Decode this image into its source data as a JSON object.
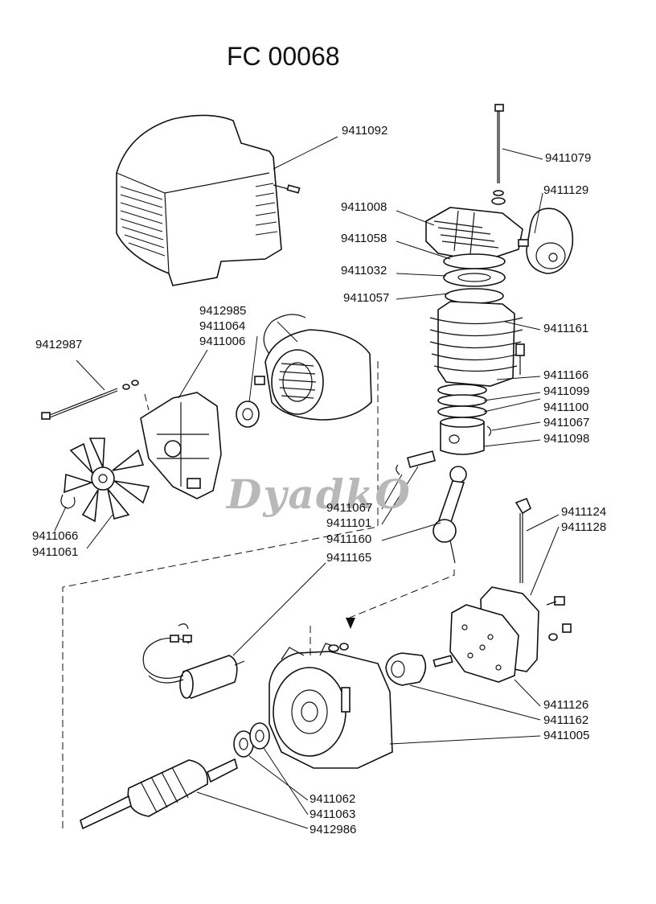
{
  "title": "FC 00068",
  "watermark": "DyadkO",
  "labels": {
    "p9411092": "9411092",
    "p9411079": "9411079",
    "p9411129": "9411129",
    "p9411008": "9411008",
    "p9411058": "9411058",
    "p9411032": "9411032",
    "p9411057": "9411057",
    "p9412985": "9412985",
    "p9411064": "9411064",
    "p9411006": "9411006",
    "p9411161": "9411161",
    "p9412987": "9412987",
    "p9411166": "9411166",
    "p9411099": "9411099",
    "p9411100": "9411100",
    "p9411067a": "9411067",
    "p9411098": "9411098",
    "p9411067b": "9411067",
    "p9411101": "9411101",
    "p9411160": "9411160",
    "p9411066": "9411066",
    "p9411061": "9411061",
    "p9411124": "9411124",
    "p9411128": "9411128",
    "p9411165": "9411165",
    "p9411126": "9411126",
    "p9411162": "9411162",
    "p9411005": "9411005",
    "p9411062": "9411062",
    "p9411063": "9411063",
    "p9412986": "9412986"
  }
}
